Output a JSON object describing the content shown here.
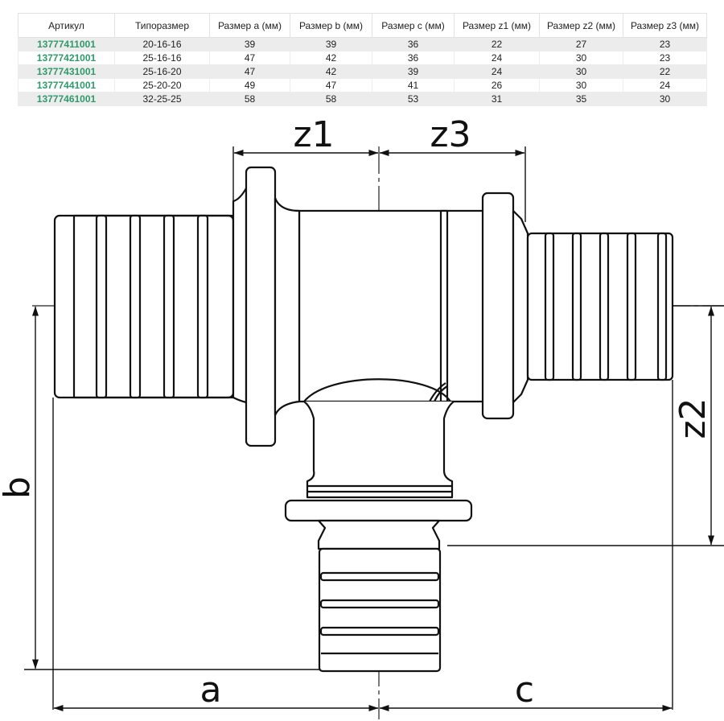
{
  "table": {
    "headers": [
      "Артикул",
      "Типоразмер",
      "Размер а (мм)",
      "Размер b (мм)",
      "Размер с (мм)",
      "Размер z1 (мм)",
      "Размер z2 (мм)",
      "Размер z3 (мм)"
    ],
    "rows": [
      [
        "13777411001",
        "20-16-16",
        "39",
        "39",
        "36",
        "22",
        "27",
        "23"
      ],
      [
        "13777421001",
        "25-16-16",
        "47",
        "42",
        "36",
        "24",
        "30",
        "23"
      ],
      [
        "13777431001",
        "25-16-20",
        "47",
        "42",
        "39",
        "24",
        "30",
        "22"
      ],
      [
        "13777441001",
        "25-20-20",
        "49",
        "47",
        "41",
        "26",
        "30",
        "24"
      ],
      [
        "13777461001",
        "32-25-25",
        "58",
        "58",
        "53",
        "31",
        "35",
        "30"
      ]
    ],
    "link_color": "#2e9a6b"
  },
  "drawing": {
    "labels": {
      "z1": "z1",
      "z3": "z3",
      "z2": "z2",
      "a": "a",
      "b": "b",
      "c": "c"
    }
  }
}
